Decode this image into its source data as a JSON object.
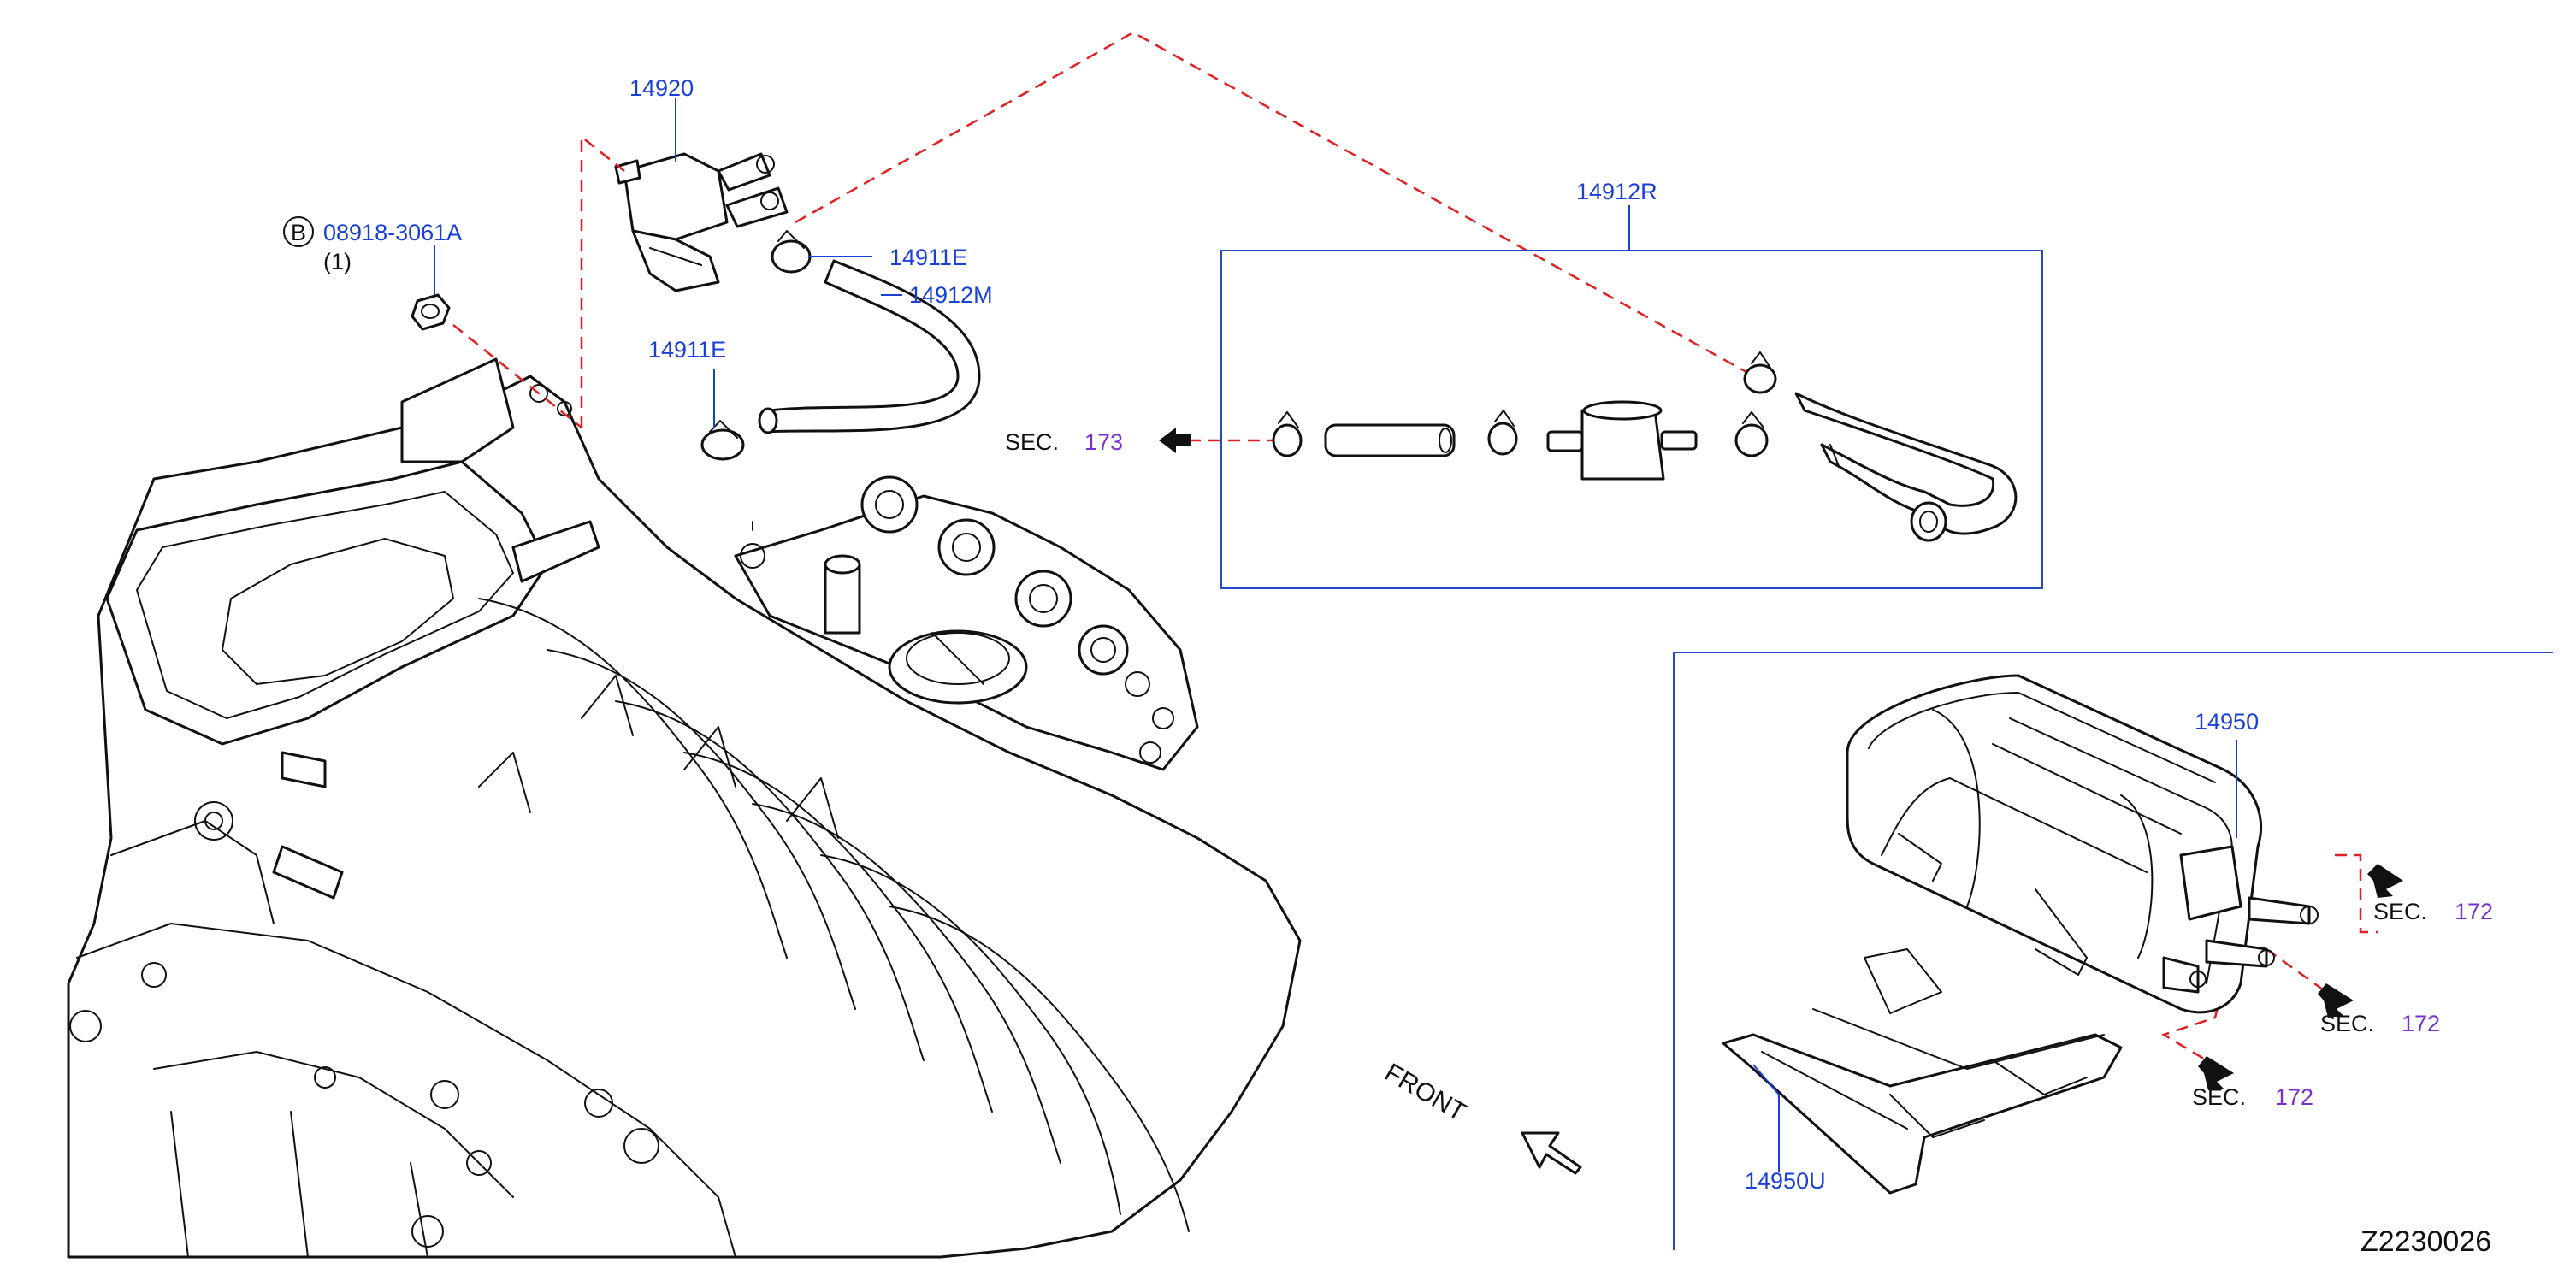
{
  "labels": {
    "p14920": "14920",
    "bolt_marker": "B",
    "bolt_part": "08918-3061A",
    "bolt_qty": "(1)",
    "p14911e_a": "14911E",
    "p14912m": "14912M",
    "p14911e_b": "14911E",
    "p14912r": "14912R",
    "sec173_prefix": "SEC.",
    "sec173_num": "173",
    "p14950": "14950",
    "p14950u": "14950U",
    "sec172a_prefix": "SEC.",
    "sec172a_num": "172",
    "sec172b_prefix": "SEC.",
    "sec172b_num": "172",
    "sec172c_prefix": "SEC.",
    "sec172c_num": "172",
    "front": "FRONT",
    "diagram_code": "Z2230026"
  },
  "colors": {
    "part_number": "#1a3fd6",
    "section_ref": "#7a2fd0",
    "dashed_link": "#e02020",
    "line_art": "#111111"
  }
}
